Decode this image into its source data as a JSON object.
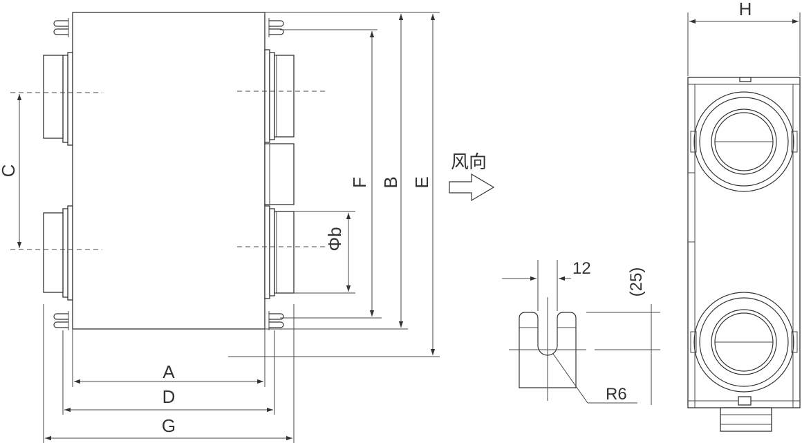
{
  "dimensions": {
    "A": "A",
    "B": "B",
    "C": "C",
    "D": "D",
    "E": "E",
    "F": "F",
    "G": "G",
    "H": "H",
    "phi_b": "Φb"
  },
  "airflow_label": "风向",
  "hook_detail": {
    "width": "12",
    "height": "(25)",
    "radius": "R6"
  },
  "icons": {
    "airflow_arrow": "right-arrow-icon"
  }
}
